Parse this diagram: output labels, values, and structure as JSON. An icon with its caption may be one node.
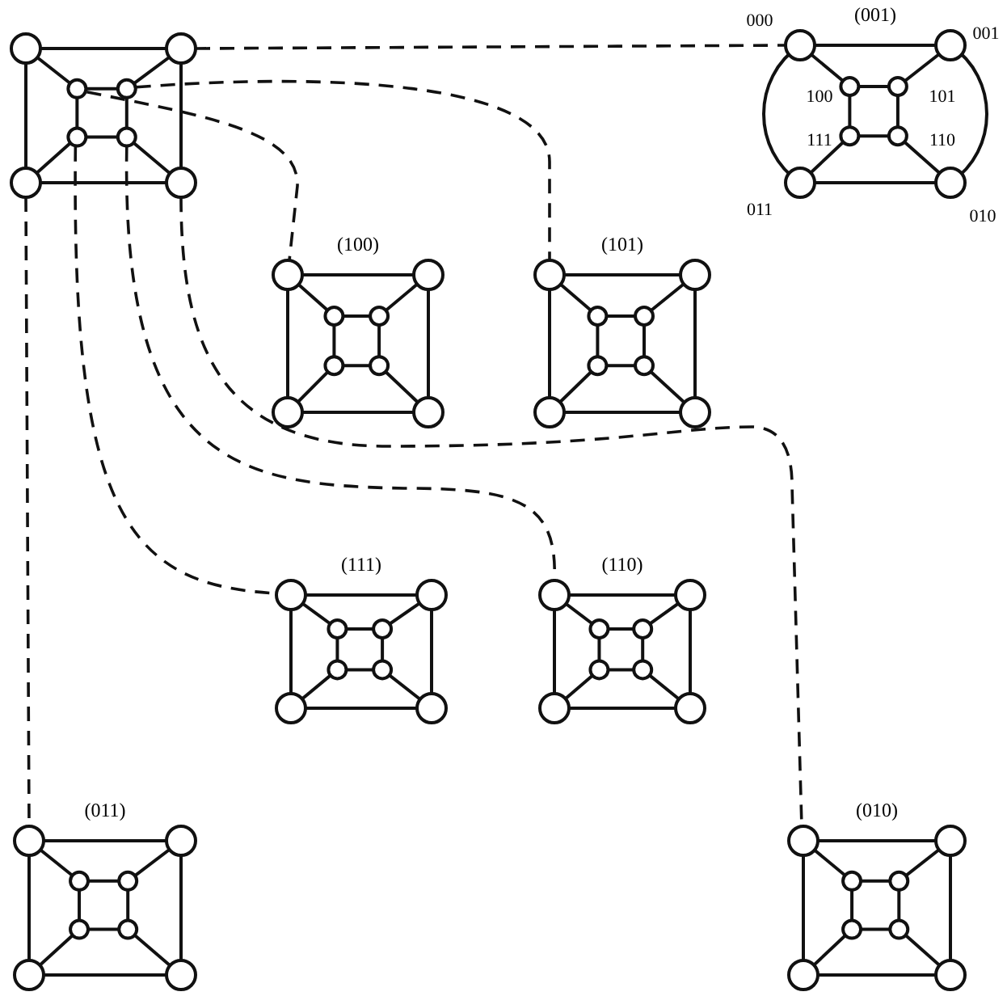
{
  "diagram": {
    "nodes": [
      {
        "text": [],
        "shape": "picture"
      },
      {
        "text": [
          "(001)"
        ]
      },
      {
        "text": [
          "(100)"
        ]
      },
      {
        "text": [
          "(101)"
        ]
      },
      {
        "text": [
          "(111)"
        ]
      },
      {
        "text": [
          "(110)"
        ]
      },
      {
        "text": [
          "(011)"
        ]
      },
      {
        "text": [
          "(010)"
        ]
      }
    ],
    "edges": [
      {
        "from": 0,
        "to": 1,
        "arrow": "none",
        "style": "dashed"
      },
      {
        "from": 0,
        "to": 2,
        "arrow": "none",
        "style": "dashed"
      },
      {
        "from": 0,
        "to": 3,
        "arrow": "none",
        "style": "dashed"
      },
      {
        "from": 0,
        "to": 4,
        "arrow": "none",
        "style": "dashed"
      },
      {
        "from": 0,
        "to": 5,
        "arrow": "none",
        "style": "dashed"
      },
      {
        "from": 0,
        "to": 7,
        "arrow": "none",
        "style": "dashed"
      },
      {
        "from": 0,
        "to": 6,
        "arrow": "none",
        "style": "dashed"
      }
    ],
    "labels": [
      "000",
      "001",
      "100",
      "101",
      "111",
      "110",
      "011",
      "010"
    ]
  }
}
